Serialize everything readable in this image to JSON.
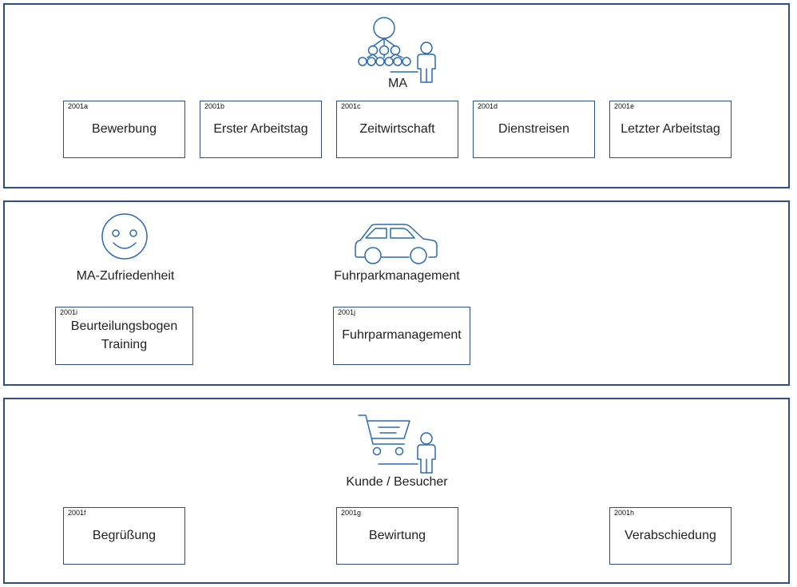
{
  "lanes": [
    {
      "caption": "MA",
      "icon": "org-chart-person-icon",
      "boxes": [
        {
          "code": "2001a",
          "label": "Bewerbung"
        },
        {
          "code": "2001b",
          "label": "Erster Arbeitstag"
        },
        {
          "code": "2001c",
          "label": "Zeitwirtschaft"
        },
        {
          "code": "2001d",
          "label": "Dienstreisen"
        },
        {
          "code": "2001e",
          "label": "Letzter Arbeitstag"
        }
      ]
    },
    {
      "groups": [
        {
          "caption": "MA-Zufriedenheit",
          "icon": "smiley-icon",
          "box": {
            "code": "2001i",
            "label": "Beurteilungsbogen\nTraining"
          }
        },
        {
          "caption": "Fuhrparkmanagement",
          "icon": "car-icon",
          "box": {
            "code": "2001j",
            "label": "Fuhrparmanagement"
          }
        }
      ]
    },
    {
      "caption": "Kunde / Besucher",
      "icon": "shopping-cart-person-icon",
      "boxes": [
        {
          "code": "2001f",
          "label": "Begrüßung"
        },
        {
          "code": "2001g",
          "label": "Bewirtung"
        },
        {
          "code": "2001h",
          "label": "Verabschiedung"
        }
      ]
    }
  ],
  "colors": {
    "border": "#2a4f86",
    "icon": "#2a6ab5"
  }
}
